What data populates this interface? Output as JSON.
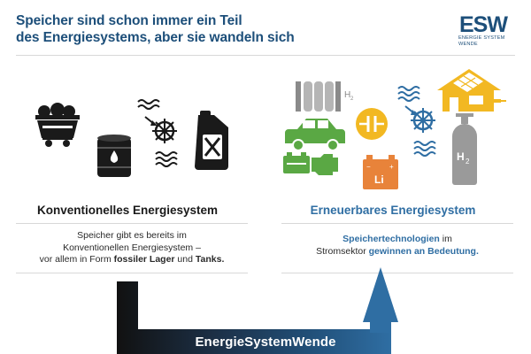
{
  "header": {
    "title_line1": "Speicher sind schon immer ein Teil",
    "title_line2": "des Energiesystems, aber sie wandeln sich"
  },
  "logo": {
    "mark": "ESW",
    "line1": "ENERGIE SYSTEM",
    "line2": "WENDE"
  },
  "left": {
    "heading": "Konventionelles Energiesystem",
    "desc_line1": "Speicher gibt es bereits im",
    "desc_line2": "Konventionellen Energiesystem –",
    "desc_line3_a": "vor allem in Form ",
    "desc_line3_b": "fossiler Lager",
    "desc_line3_c": " und ",
    "desc_line3_d": "Tanks.",
    "icons": [
      "coal-cart-icon",
      "oil-barrel-icon",
      "hydro-wheel-icon",
      "fuel-canister-icon"
    ]
  },
  "right": {
    "heading": "Erneuerbares Energiesystem",
    "desc_line1_a": "Speichertechnologien",
    "desc_line1_b": " im",
    "desc_line2_a": "Stromsektor ",
    "desc_line2_b": "gewinnen an Bedeutung.",
    "icons": [
      "h2-tank-rack-icon",
      "electric-car-icon",
      "capacitor-icon",
      "hydro-wheel-icon",
      "solar-house-icon",
      "car-battery-icon",
      "lithium-battery-icon",
      "h2-cylinder-icon"
    ],
    "h2_label": "H2",
    "li_label": "Li"
  },
  "arrow": {
    "label": "EnergieSystemWende"
  },
  "colors": {
    "title": "#1d4f7a",
    "accent_blue": "#2f6ea3",
    "green": "#5aa844",
    "orange": "#e8833a",
    "yellow": "#f2b822",
    "gray": "#9a9a9a",
    "dark": "#1a1a1a"
  }
}
